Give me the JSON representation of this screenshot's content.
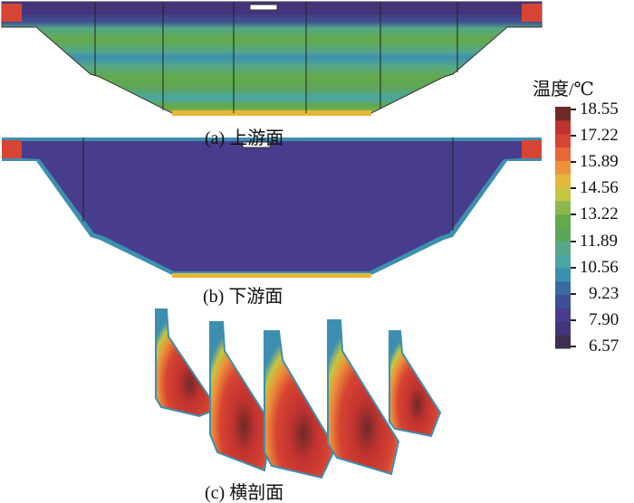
{
  "panels": {
    "a_caption": "(a) 上游面",
    "b_caption": "(b) 下游面",
    "c_caption": "(c) 横剖面"
  },
  "colorbar": {
    "title": "温度/℃",
    "ticks": [
      "18.55",
      "17.22",
      "15.89",
      "14.56",
      "13.22",
      "11.89",
      "10.56",
      "9.23",
      "7.90",
      "6.57"
    ],
    "min": 6.57,
    "max": 18.55,
    "colors": [
      "#3e2f4f",
      "#44357a",
      "#483d8c",
      "#3f4f93",
      "#3a6aa0",
      "#3d8fb0",
      "#4aa6a6",
      "#56a886",
      "#5ca65a",
      "#62aa4a",
      "#8db64f",
      "#c4c742",
      "#e6b83a",
      "#ec923a",
      "#e4683a",
      "#d84433",
      "#c0322f",
      "#6e2a28"
    ]
  }
}
